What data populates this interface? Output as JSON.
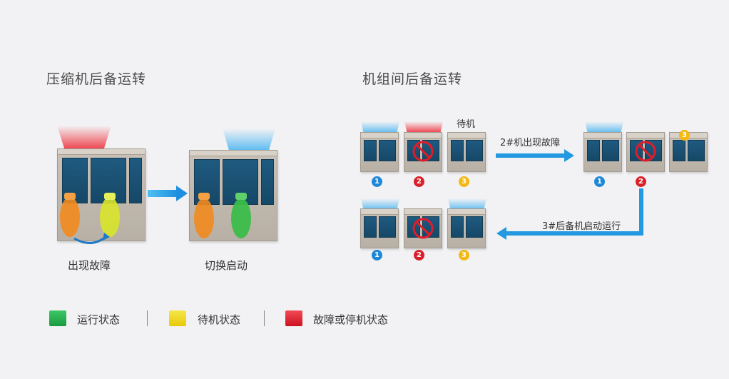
{
  "left": {
    "title": "压缩机后备运转",
    "caption_fault": "出现故障",
    "caption_switch": "切换启动"
  },
  "right": {
    "title": "机组间后备运转",
    "standby_label": "待机",
    "fault_arrow_label": "2#机出现故障",
    "backup_arrow_label": "3#后备机启动运行",
    "badges": [
      "1",
      "2",
      "3"
    ]
  },
  "legend": [
    {
      "label": "运行状态",
      "color": "#1fa84a"
    },
    {
      "label": "待机状态",
      "color": "#f1d20c"
    },
    {
      "label": "故障或停机状态",
      "color": "#e11c2a"
    }
  ],
  "colors": {
    "airflow_blue": "#4fb6f0",
    "airflow_red": "#ee2a36",
    "arrow_blue": "#2299e0",
    "background": "#f2f2f4"
  }
}
